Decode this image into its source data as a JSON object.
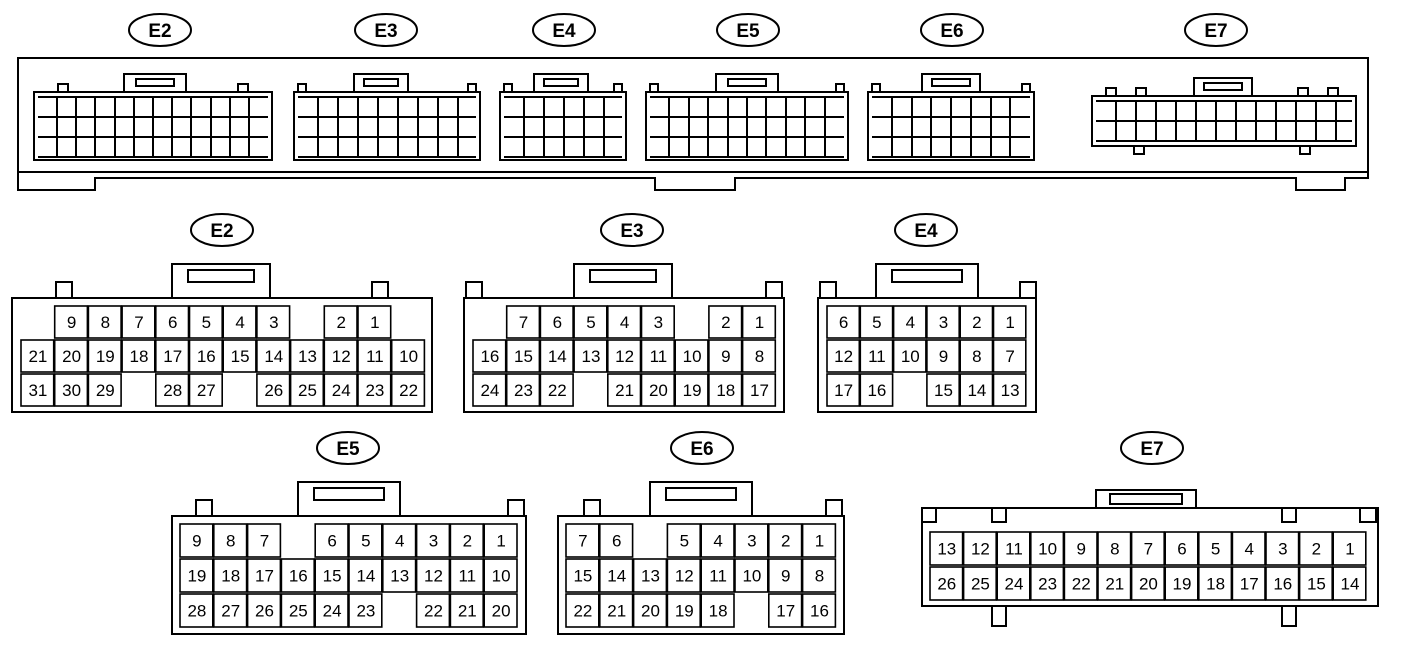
{
  "labels": {
    "E2": "E2",
    "E3": "E3",
    "E4": "E4",
    "E5": "E5",
    "E6": "E6",
    "E7": "E7"
  },
  "connectors": {
    "E2": {
      "name": "E2",
      "rows": [
        [
          "",
          "9",
          "8",
          "7",
          "6",
          "5",
          "4",
          "3",
          "",
          "2",
          "1",
          "",
          ""
        ],
        [
          "21",
          "20",
          "19",
          "18",
          "17",
          "16",
          "15",
          "14",
          "13",
          "12",
          "11",
          "10"
        ],
        [
          "31",
          "30",
          "29",
          "",
          "28",
          "27",
          "",
          "26",
          "25",
          "24",
          "23",
          "22"
        ]
      ]
    },
    "E3": {
      "name": "E3",
      "rows": [
        [
          "",
          "7",
          "6",
          "5",
          "4",
          "3",
          "",
          "2",
          "1",
          ""
        ],
        [
          "16",
          "15",
          "14",
          "13",
          "12",
          "11",
          "10",
          "9",
          "8"
        ],
        [
          "24",
          "23",
          "22",
          "",
          "21",
          "20",
          "19",
          "18",
          "17"
        ]
      ]
    },
    "E4": {
      "name": "E4",
      "rows": [
        [
          "6",
          "5",
          "4",
          "3",
          "2",
          "1"
        ],
        [
          "12",
          "11",
          "10",
          "9",
          "8",
          "7"
        ],
        [
          "17",
          "16",
          "",
          "15",
          "14",
          "13"
        ]
      ]
    },
    "E5": {
      "name": "E5",
      "rows": [
        [
          "9",
          "8",
          "7",
          "",
          "6",
          "5",
          "4",
          "3",
          "2",
          "1"
        ],
        [
          "19",
          "18",
          "17",
          "16",
          "15",
          "14",
          "13",
          "12",
          "11",
          "10"
        ],
        [
          "28",
          "27",
          "26",
          "25",
          "24",
          "23",
          "",
          "22",
          "21",
          "20"
        ]
      ]
    },
    "E6": {
      "name": "E6",
      "rows": [
        [
          "7",
          "6",
          "",
          "5",
          "4",
          "3",
          "2",
          "1"
        ],
        [
          "15",
          "14",
          "13",
          "12",
          "11",
          "10",
          "9",
          "8"
        ],
        [
          "22",
          "21",
          "20",
          "19",
          "18",
          "",
          "17",
          "16"
        ]
      ]
    },
    "E7": {
      "name": "E7",
      "rows": [
        [
          "13",
          "12",
          "11",
          "10",
          "9",
          "8",
          "7",
          "6",
          "5",
          "4",
          "3",
          "2",
          "1"
        ],
        [
          "26",
          "25",
          "24",
          "23",
          "22",
          "21",
          "20",
          "19",
          "18",
          "17",
          "16",
          "15",
          "14"
        ]
      ]
    }
  }
}
